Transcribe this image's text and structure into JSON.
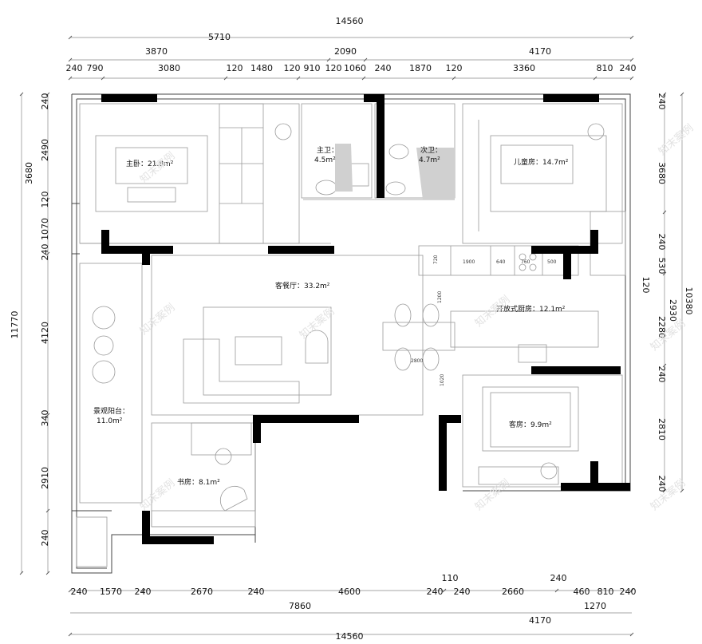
{
  "dimensions": {
    "top_total": "14560",
    "top_row2": [
      "5710",
      "2090",
      "4170"
    ],
    "top_row2_extra": "3870",
    "top_row3": [
      "240",
      "790",
      "3080",
      "120",
      "1480",
      "120",
      "910",
      "120",
      "1060",
      "240",
      "1870",
      "120",
      "3360",
      "810",
      "240"
    ],
    "left": [
      "240",
      "2490",
      "3680",
      "120",
      "1070",
      "240",
      "11770",
      "4120",
      "340",
      "2910",
      "240"
    ],
    "right": [
      "240",
      "3680",
      "240",
      "530",
      "120",
      "10380",
      "2930",
      "2280",
      "240",
      "2810",
      "240"
    ],
    "bottom_row1": [
      "240",
      "1570",
      "240",
      "2670",
      "240",
      "4600",
      "240",
      "110",
      "240",
      "2660",
      "240",
      "460",
      "810",
      "240"
    ],
    "bottom_row2": [
      "7860",
      "4170",
      "1270"
    ],
    "bottom_total": "14560"
  },
  "rooms": [
    {
      "name": "master-bedroom",
      "label": "主卧：21.8m²"
    },
    {
      "name": "master-bath",
      "label": "主卫："
    },
    {
      "name": "master-bath-area",
      "label": "4.5m²"
    },
    {
      "name": "second-bath",
      "label": "次卫："
    },
    {
      "name": "second-bath-area",
      "label": "4.7m²"
    },
    {
      "name": "kids-room",
      "label": "儿童房：14.7m²"
    },
    {
      "name": "living-dining",
      "label": "客餐厅：33.2m²"
    },
    {
      "name": "open-kitchen",
      "label": "开放式厨房：12.1m²"
    },
    {
      "name": "balcony",
      "label": "景观阳台："
    },
    {
      "name": "balcony-area",
      "label": "11.0m²"
    },
    {
      "name": "guest-room",
      "label": "客房：9.9m²"
    },
    {
      "name": "study",
      "label": "书房：8.1m²"
    }
  ],
  "cabinet_labels": [
    "720",
    "1900",
    "640",
    "760",
    "500",
    "1200",
    "2800",
    "1020"
  ],
  "watermark": "知末案例"
}
